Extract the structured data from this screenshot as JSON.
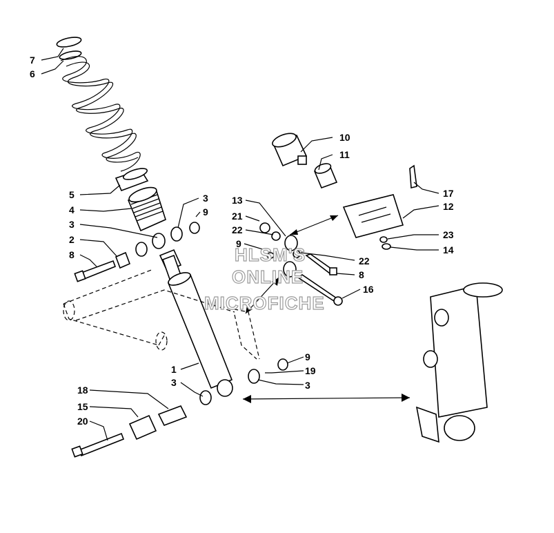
{
  "watermark": {
    "line1": "HLSM'S",
    "line2": "ONLINE",
    "line3": "MICROFICHE"
  },
  "callouts": {
    "c7": "7",
    "c6": "6",
    "c5": "5",
    "c4": "4",
    "c3a": "3",
    "c9a": "9",
    "c3b": "3",
    "c2": "2",
    "c8a": "8",
    "c10": "10",
    "c11": "11",
    "c17": "17",
    "c12": "12",
    "c13": "13",
    "c21": "21",
    "c22a": "22",
    "c9b": "9",
    "c23": "23",
    "c14": "14",
    "c22b": "22",
    "c8b": "8",
    "c16": "16",
    "c1": "1",
    "c9c": "9",
    "c19": "19",
    "c3c": "3",
    "c3d": "3",
    "c18": "18",
    "c15": "15",
    "c20": "20"
  },
  "colors": {
    "ink": "#000000",
    "paper": "#ffffff",
    "watermark_outline": "#9a9a9a"
  }
}
